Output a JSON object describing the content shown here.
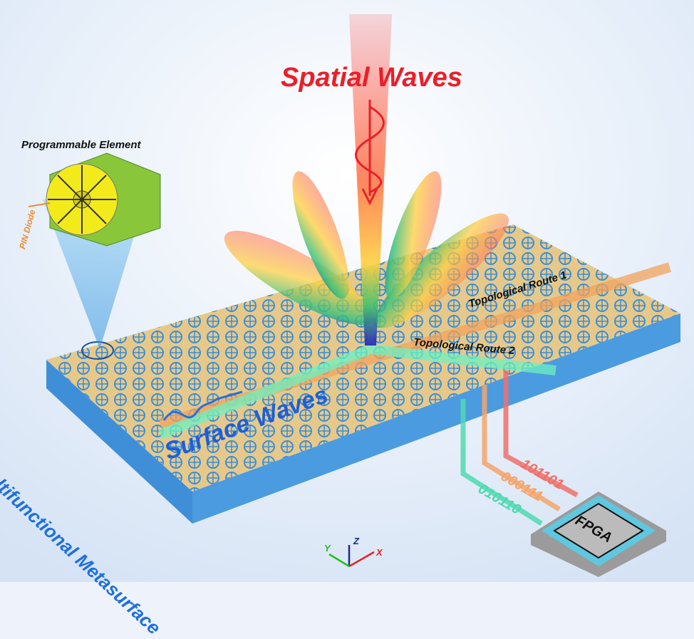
{
  "title": "Spatial Waves",
  "surface_label": "Surface Waves",
  "metasurface_label": "Multifunctional Metasurface",
  "element": {
    "title": "Programmable Element",
    "diode_label": "PIN Diode"
  },
  "routes": [
    {
      "label": "Topological Route 1",
      "color": "#f2a35c"
    },
    {
      "label": "Topological Route 2",
      "color": "#6ef0c0"
    }
  ],
  "codes": [
    {
      "bits": "101101",
      "color": "#f0706a"
    },
    {
      "bits": "000111",
      "color": "#f5a56b"
    },
    {
      "bits": "010110",
      "color": "#4fd9b0"
    }
  ],
  "chip_label": "FPGA",
  "axes": {
    "x": "X",
    "y": "Y",
    "z": "Z"
  },
  "colors": {
    "title": "#e8202a",
    "surface": "#1e5fd8",
    "plate_side": "#4a9be0",
    "plate_top": "#e6c98a"
  }
}
